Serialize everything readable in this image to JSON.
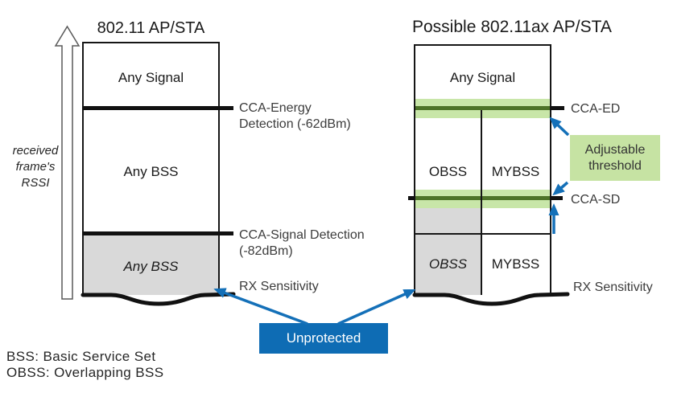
{
  "colors": {
    "accent_blue": "#0e6cb4",
    "light_green": "#c8e6a8",
    "dark_green": "#4d7328",
    "gray_fill": "#d9d9d9"
  },
  "axis": {
    "label_lines": [
      "received",
      "frame's",
      "RSSI"
    ]
  },
  "left_diagram": {
    "title": "802.11 AP/STA",
    "any_signal": "Any Signal",
    "any_bss_mid": "Any BSS",
    "any_bss_low": "Any BSS",
    "cca_ed_label": [
      "CCA-Energy",
      "Detection (-62dBm)"
    ],
    "cca_sd_label": [
      "CCA-Signal Detection",
      "(-82dBm)"
    ],
    "rx_label": "RX Sensitivity"
  },
  "right_diagram": {
    "title": "Possible 802.11ax AP/STA",
    "any_signal": "Any Signal",
    "obss_mid": "OBSS",
    "mybss_mid": "MYBSS",
    "obss_low": "OBSS",
    "mybss_low": "MYBSS",
    "cca_ed_label": "CCA-ED",
    "cca_sd_label": "CCA-SD",
    "rx_label": "RX Sensitivity",
    "adjustable_label": [
      "Adjustable",
      "threshold"
    ]
  },
  "callout": {
    "unprotected": "Unprotected"
  },
  "legend": {
    "line1": "BSS: Basic Service Set",
    "line2": "OBSS: Overlapping BSS"
  }
}
